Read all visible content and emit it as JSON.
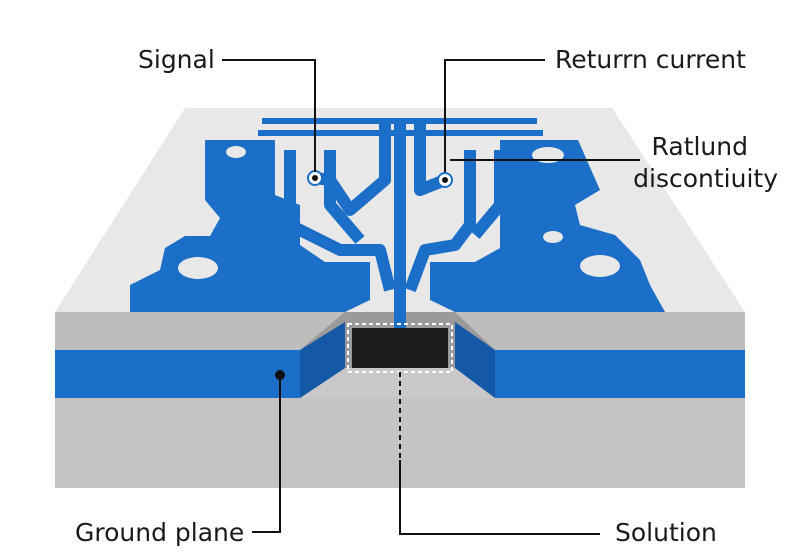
{
  "labels": {
    "signal": "Signal",
    "return_current": "Returrn current",
    "ratlund_line1": "Ratlund",
    "ratlund_line2": "discontiuity",
    "ground_plane": "Ground plane",
    "solution": "Solution"
  },
  "colors": {
    "copper": "#1b6fc8",
    "board_top": "#e6e6e6",
    "board_side": "#b8b8b8",
    "board_front": "#c4c4c4",
    "component": "#1c1c1c",
    "leader": "#111111"
  }
}
